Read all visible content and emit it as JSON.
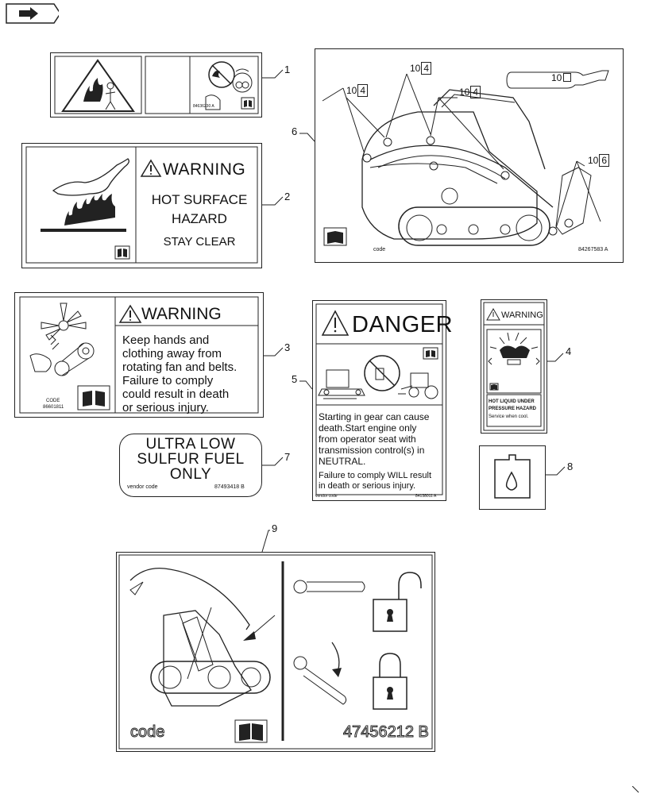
{
  "nav": {
    "icon": "back-arrow-icon"
  },
  "callouts": {
    "c1": "1",
    "c2": "2",
    "c3": "3",
    "c4": "4",
    "c5": "5",
    "c6": "6",
    "c7": "7",
    "c8": "8",
    "c9": "9"
  },
  "decal1": {
    "code": "84636230 A"
  },
  "decal2": {
    "warning": "WARNING",
    "line1": "HOT SURFACE",
    "line2": "HAZARD",
    "line3": "STAY CLEAR"
  },
  "decal3": {
    "warning": "WARNING",
    "lines": [
      "Keep hands and",
      "clothing away from",
      "rotating fan and belts.",
      "Failure to comply",
      "could result in death",
      "or serious injury."
    ],
    "code_label": "CODE",
    "code": "86601811"
  },
  "decal4": {
    "warning": "WARNING",
    "line1": "HOT LIQUID UNDER",
    "line2": "PRESSURE HAZARD",
    "line3": "Service when cool."
  },
  "decal5": {
    "danger": "DANGER",
    "lines": [
      "Starting in gear can cause",
      "death.Start engine only",
      "from operator seat with",
      "transmission control(s) in",
      "NEUTRAL."
    ],
    "lines2": [
      "Failure to comply WILL result",
      "in death or serious injury."
    ],
    "vendor": "vendor code",
    "code": "84138011 A"
  },
  "decal6": {
    "labels": [
      "10",
      "10",
      "10",
      "10",
      "10"
    ],
    "label_suffix": [
      "4",
      "4",
      "4",
      "6"
    ],
    "code": "code",
    "number": "84267583 A"
  },
  "decal7": {
    "line1": "ULTRA LOW",
    "line2": "SULFUR FUEL",
    "line3": "ONLY",
    "vendor": "vendor code",
    "code": "87493418 B"
  },
  "decal9": {
    "code": "code",
    "number": "47456212 B"
  }
}
